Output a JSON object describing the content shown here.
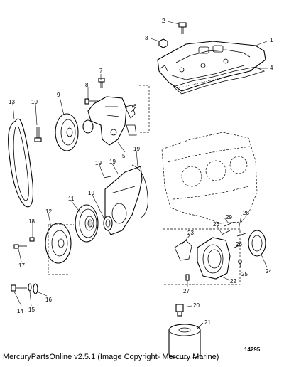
{
  "diagram": {
    "callouts": [
      "1",
      "2",
      "3",
      "4",
      "5",
      "6",
      "7",
      "8",
      "9",
      "10",
      "11",
      "12",
      "13",
      "14",
      "15",
      "16",
      "17",
      "18",
      "19",
      "19",
      "19",
      "19",
      "20",
      "21",
      "22",
      "23",
      "24",
      "25",
      "26",
      "26",
      "27",
      "28",
      "29"
    ],
    "reference_number": "14295",
    "footer": "MercuryPartsOnline v2.5.1 (Image Copyright- Mercury Marine)"
  }
}
